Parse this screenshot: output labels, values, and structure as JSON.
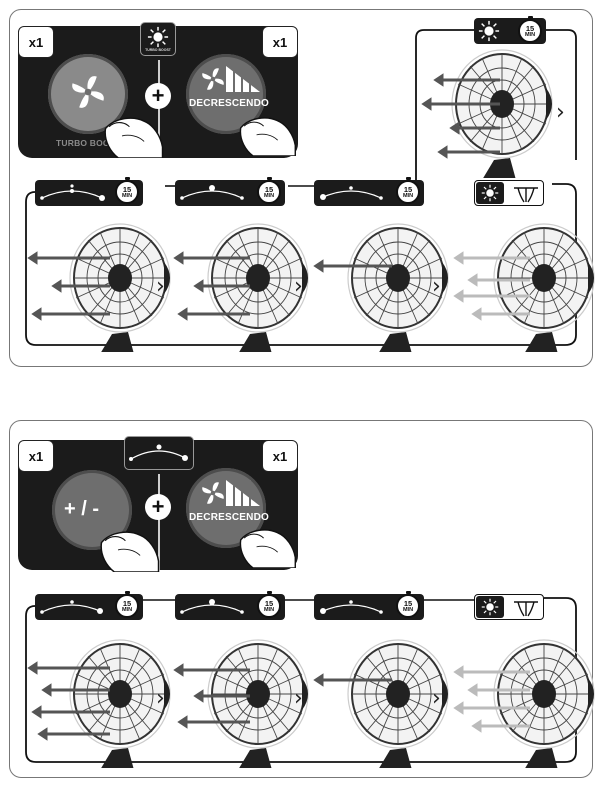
{
  "section1": {
    "count_left": "x1",
    "count_right": "x1",
    "turbo_label": "TURBO BOOST",
    "turbo_icon_caption": "TURBO BOOST",
    "decrescendo_label": "DECRESCENDO",
    "plus": "+",
    "timer": {
      "number": "15",
      "unit": "MIN"
    },
    "steps": [
      "speed-high",
      "speed-medium",
      "speed-low",
      "sleep-off"
    ]
  },
  "section2": {
    "count_left": "x1",
    "count_right": "x1",
    "plusminus_label": "+ / -",
    "decrescendo_label": "DECRESCENDO",
    "plus": "+",
    "timer": {
      "number": "15",
      "unit": "MIN"
    },
    "steps": [
      "speed-high",
      "speed-medium",
      "speed-low",
      "sleep-off"
    ]
  },
  "chevron": "›",
  "colors": {
    "dark": "#1b1b1b",
    "grey_button": "#6e6e6e",
    "panel_border": "#777777"
  }
}
